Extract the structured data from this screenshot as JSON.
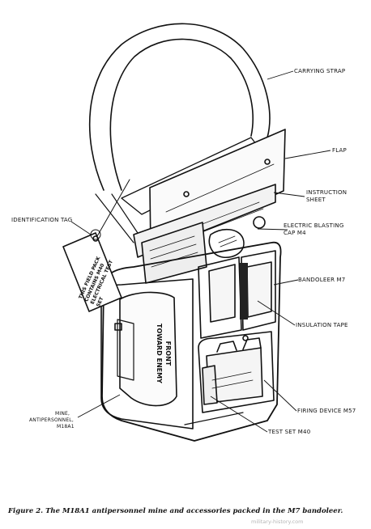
{
  "labels": {
    "carrying_strap": "CARRYING STRAP",
    "flap": "FLAP",
    "instruction_sheet_1": "INSTRUCTION",
    "instruction_sheet_2": "SHEET",
    "blasting_cap_1": "ELECTRIC BLASTING",
    "blasting_cap_2": "CAP M4",
    "bandoleer": "BANDOLEER M7",
    "insulation_tape": "INSULATION TAPE",
    "firing_device": "FIRING DEVICE M57",
    "test_set": "TEST SET M40",
    "identification_tag": "IDENTIFICATION TAG",
    "mine_1": "MINE,",
    "mine_2": "ANTIPERSONNEL,",
    "mine_3": "M18A1"
  },
  "tag_text": [
    "THIS FIELD PACK",
    "CONTAINS M40",
    "ELECTRICAL TEST",
    "SET"
  ],
  "mine_text": [
    "FRONT",
    "TOWARD ENEMY"
  ],
  "caption": "Figure 2. The M18A1 antipersonnel mine and accessories packed in the M7 bandoleer.",
  "watermark": "military-history.com",
  "colors": {
    "ink": "#111111",
    "background": "#ffffff",
    "watermark": "#b5b5b5"
  }
}
